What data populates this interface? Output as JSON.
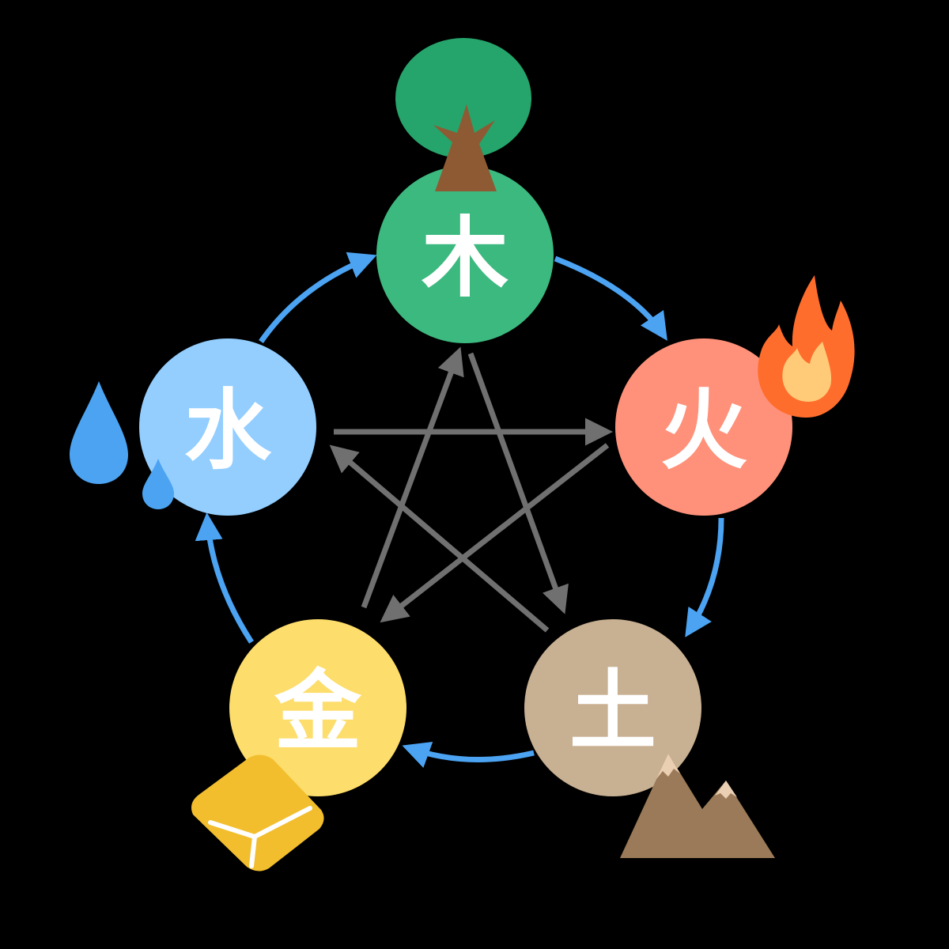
{
  "background": "#000000",
  "elements": {
    "wood": {
      "label": "木",
      "color": "#3CB97F"
    },
    "fire": {
      "label": "火",
      "color": "#FF917A"
    },
    "earth": {
      "label": "土",
      "color": "#C8B092"
    },
    "metal": {
      "label": "金",
      "color": "#FDDD6B"
    },
    "water": {
      "label": "水",
      "color": "#93CEFF"
    }
  },
  "arrow_colors": {
    "generating": "#4BA3F2",
    "overcoming": "#707070"
  },
  "icon_colors": {
    "tree_canopy": "#25A56B",
    "tree_trunk": "#8E5A33",
    "flame_outer": "#FF6D2C",
    "flame_inner": "#FFCB78",
    "mountain": "#9A7A58",
    "snowcap": "#EBCFB3",
    "gold_ingot": "#F2BE2E",
    "water_drop": "#4BA3F2"
  },
  "icons": [
    "tree-icon",
    "flame-icon",
    "mountain-icon",
    "gold-ingot-icon",
    "water-drop-icon"
  ]
}
